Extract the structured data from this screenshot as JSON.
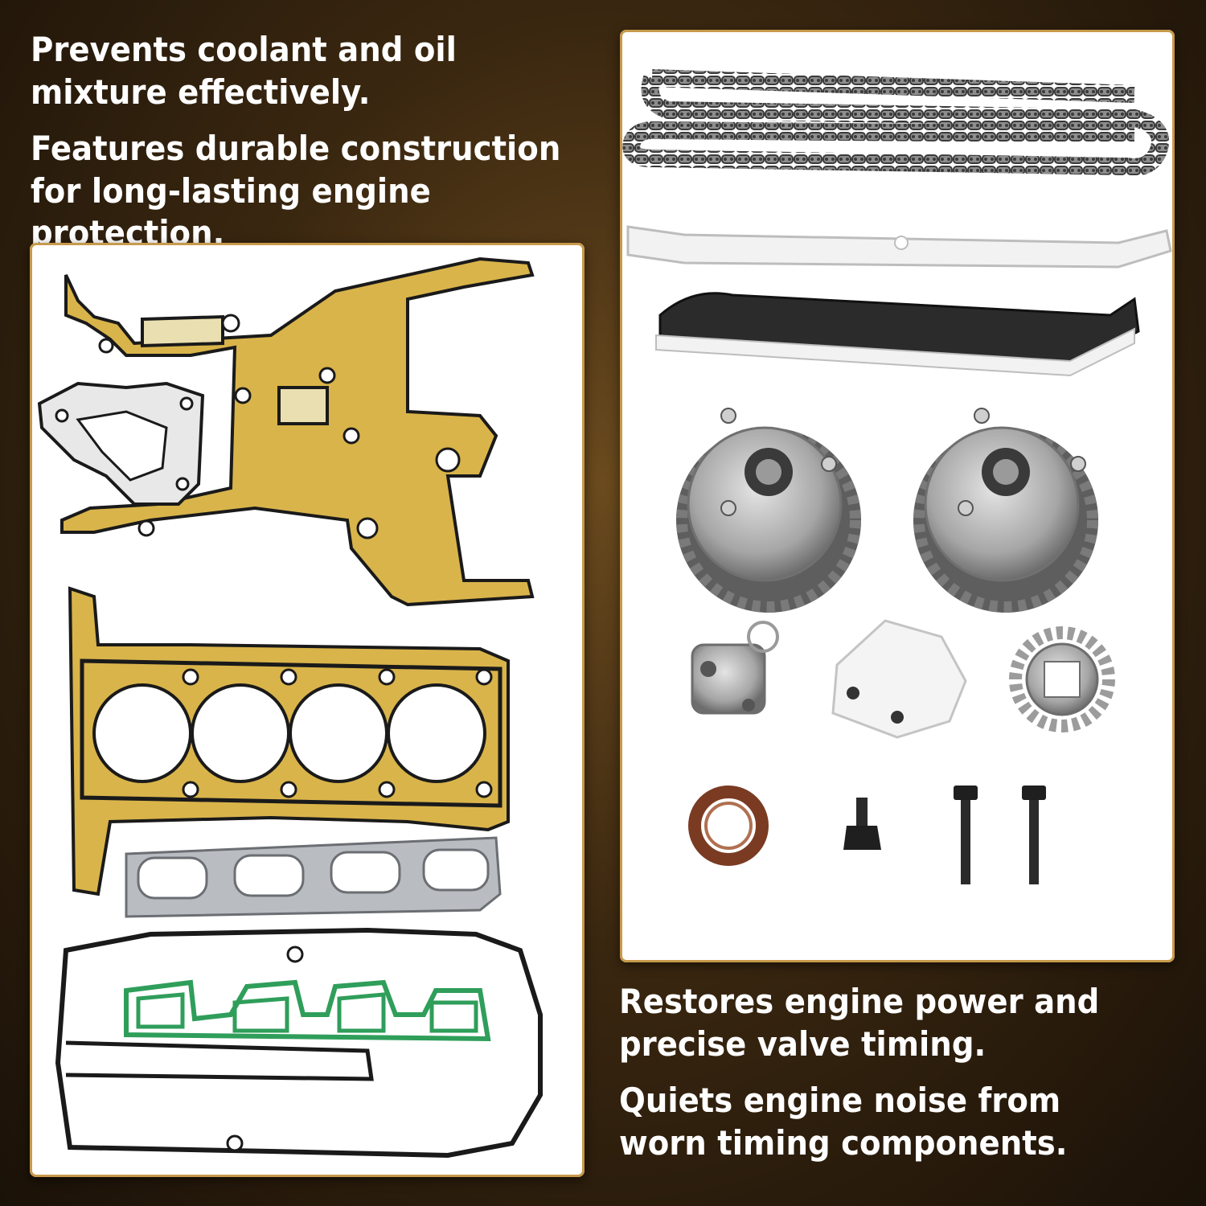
{
  "captions": {
    "top": [
      "Prevents coolant and oil mixture effectively.",
      "Features durable construction for long-lasting engine protection."
    ],
    "bottom": [
      "Restores engine power and precise valve timing.",
      "Quiets engine noise from worn timing components."
    ]
  },
  "colors": {
    "background": "#3a2710",
    "panel_border": "#c79a4a",
    "gasket_gold": "#d9b44a",
    "gasket_outline": "#1a1a1a",
    "intake_gasket": "#2f9e5a",
    "exhaust_gasket": "#b9bcc0",
    "guide_white": "#f2f2f2",
    "metal": "#a9a9a9",
    "seal_brown": "#7a3b22"
  },
  "components_left": [
    "timing-cover-gasket",
    "water-pump-gasket",
    "cylinder-head-gasket",
    "exhaust-manifold-gasket",
    "valve-cover-gasket",
    "intake-manifold-gasket"
  ],
  "components_right": [
    "timing-chain",
    "chain-guide-rail",
    "tensioner-rail",
    "cam-phaser-intake",
    "cam-phaser-exhaust",
    "chain-tensioner",
    "upper-guide-block",
    "crankshaft-sprocket",
    "crank-seal",
    "guide-pin",
    "bolts"
  ]
}
